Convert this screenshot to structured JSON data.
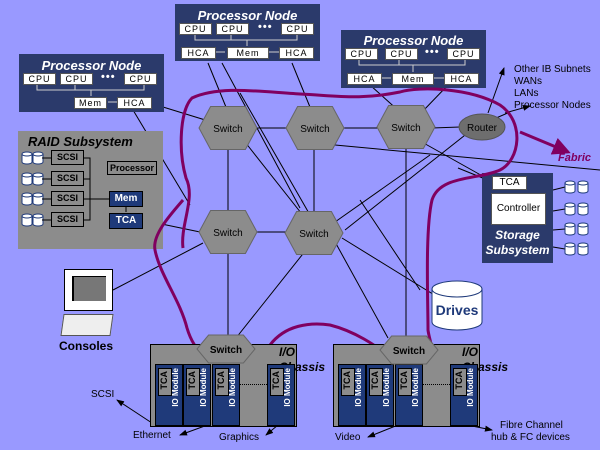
{
  "processor_nodes": [
    {
      "title": "Processor Node",
      "cpus": [
        "CPU",
        "CPU",
        "CPU"
      ],
      "ellipsis": "•••",
      "mem": "Mem",
      "hcas": [
        "HCA"
      ]
    },
    {
      "title": "Processor Node",
      "cpus": [
        "CPU",
        "CPU",
        "CPU"
      ],
      "ellipsis": "•••",
      "mem": "Mem",
      "hcas": [
        "HCA",
        "HCA"
      ]
    },
    {
      "title": "Processor Node",
      "cpus": [
        "CPU",
        "CPU",
        "CPU"
      ],
      "ellipsis": "•••",
      "mem": "Mem",
      "hcas": [
        "HCA",
        "HCA"
      ]
    }
  ],
  "raid": {
    "title": "RAID Subsystem",
    "scsi": [
      "SCSI",
      "SCSI",
      "SCSI",
      "SCSI"
    ],
    "processor": "Processor",
    "mem": "Mem",
    "tca": "TCA"
  },
  "switches": [
    "Switch",
    "Switch",
    "Switch",
    "Switch",
    "Switch",
    "Switch",
    "Switch"
  ],
  "router": "Router",
  "external_labels": [
    "Other IB Subnets",
    "WANs",
    "LANs",
    "Processor Nodes"
  ],
  "fabric_label": "Fabric",
  "storage": {
    "tca": "TCA",
    "controller": "Controller",
    "title_line1": "Storage",
    "title_line2": "Subsystem"
  },
  "drives_label": "Drives",
  "consoles_label": "Consoles",
  "io_chassis": [
    {
      "title_line1": "I/O",
      "title_line2": "Chassis",
      "module_tca": "TCA",
      "module_label": "IO Module"
    },
    {
      "title_line1": "I/O",
      "title_line2": "Chassis",
      "module_tca": "TCA",
      "module_label": "IO Module"
    }
  ],
  "device_labels": {
    "scsi": "SCSI",
    "ethernet": "Ethernet",
    "graphics": "Graphics",
    "video": "Video",
    "fc_line1": "Fibre Channel",
    "fc_line2": "hub & FC devices"
  },
  "colors": {
    "background": "#9999ff",
    "node_fill": "#2b3a6b",
    "switch_fill": "#8c8c8c",
    "router_fill": "#6e6e6e",
    "fabric_outline": "#800060",
    "module_fill": "#1f3a7a"
  }
}
